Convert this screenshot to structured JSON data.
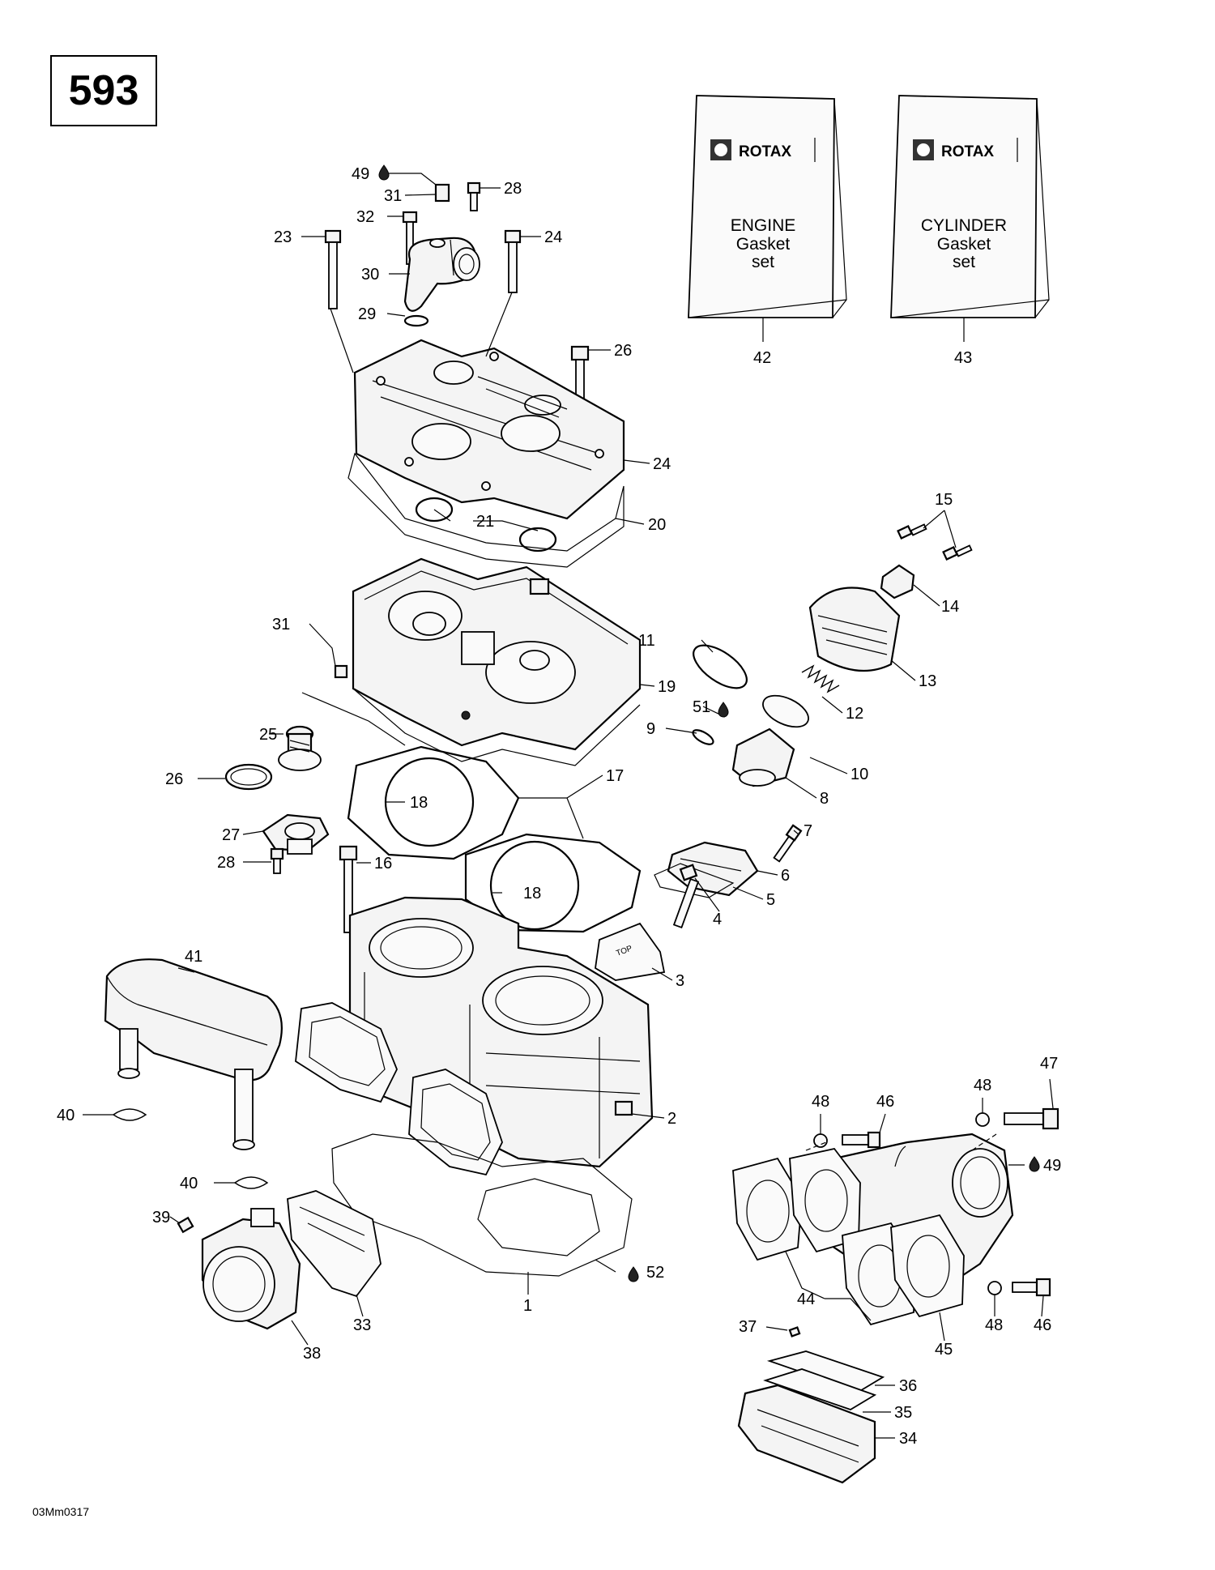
{
  "page": {
    "number": "593",
    "drawing_code": "03Mm0317"
  },
  "booklets": [
    {
      "brand": "ROTAX",
      "lines": [
        "ENGINE",
        "Gasket",
        "set"
      ],
      "callout": "42"
    },
    {
      "brand": "ROTAX",
      "lines": [
        "CYLINDER",
        "Gasket",
        "set"
      ],
      "callout": "43"
    }
  ],
  "callouts": [
    "49",
    "31",
    "28",
    "32",
    "23",
    "24",
    "30",
    "29",
    "26",
    "24",
    "21",
    "20",
    "15",
    "14",
    "13",
    "31",
    "19",
    "11",
    "12",
    "51",
    "9",
    "10",
    "25",
    "26",
    "17",
    "18",
    "8",
    "27",
    "18",
    "7",
    "28",
    "16",
    "6",
    "5",
    "4",
    "3",
    "41",
    "2",
    "47",
    "48",
    "46",
    "48",
    "49",
    "40",
    "40",
    "39",
    "44",
    "45",
    "48",
    "46",
    "52",
    "1",
    "33",
    "38",
    "37",
    "36",
    "35",
    "34"
  ]
}
